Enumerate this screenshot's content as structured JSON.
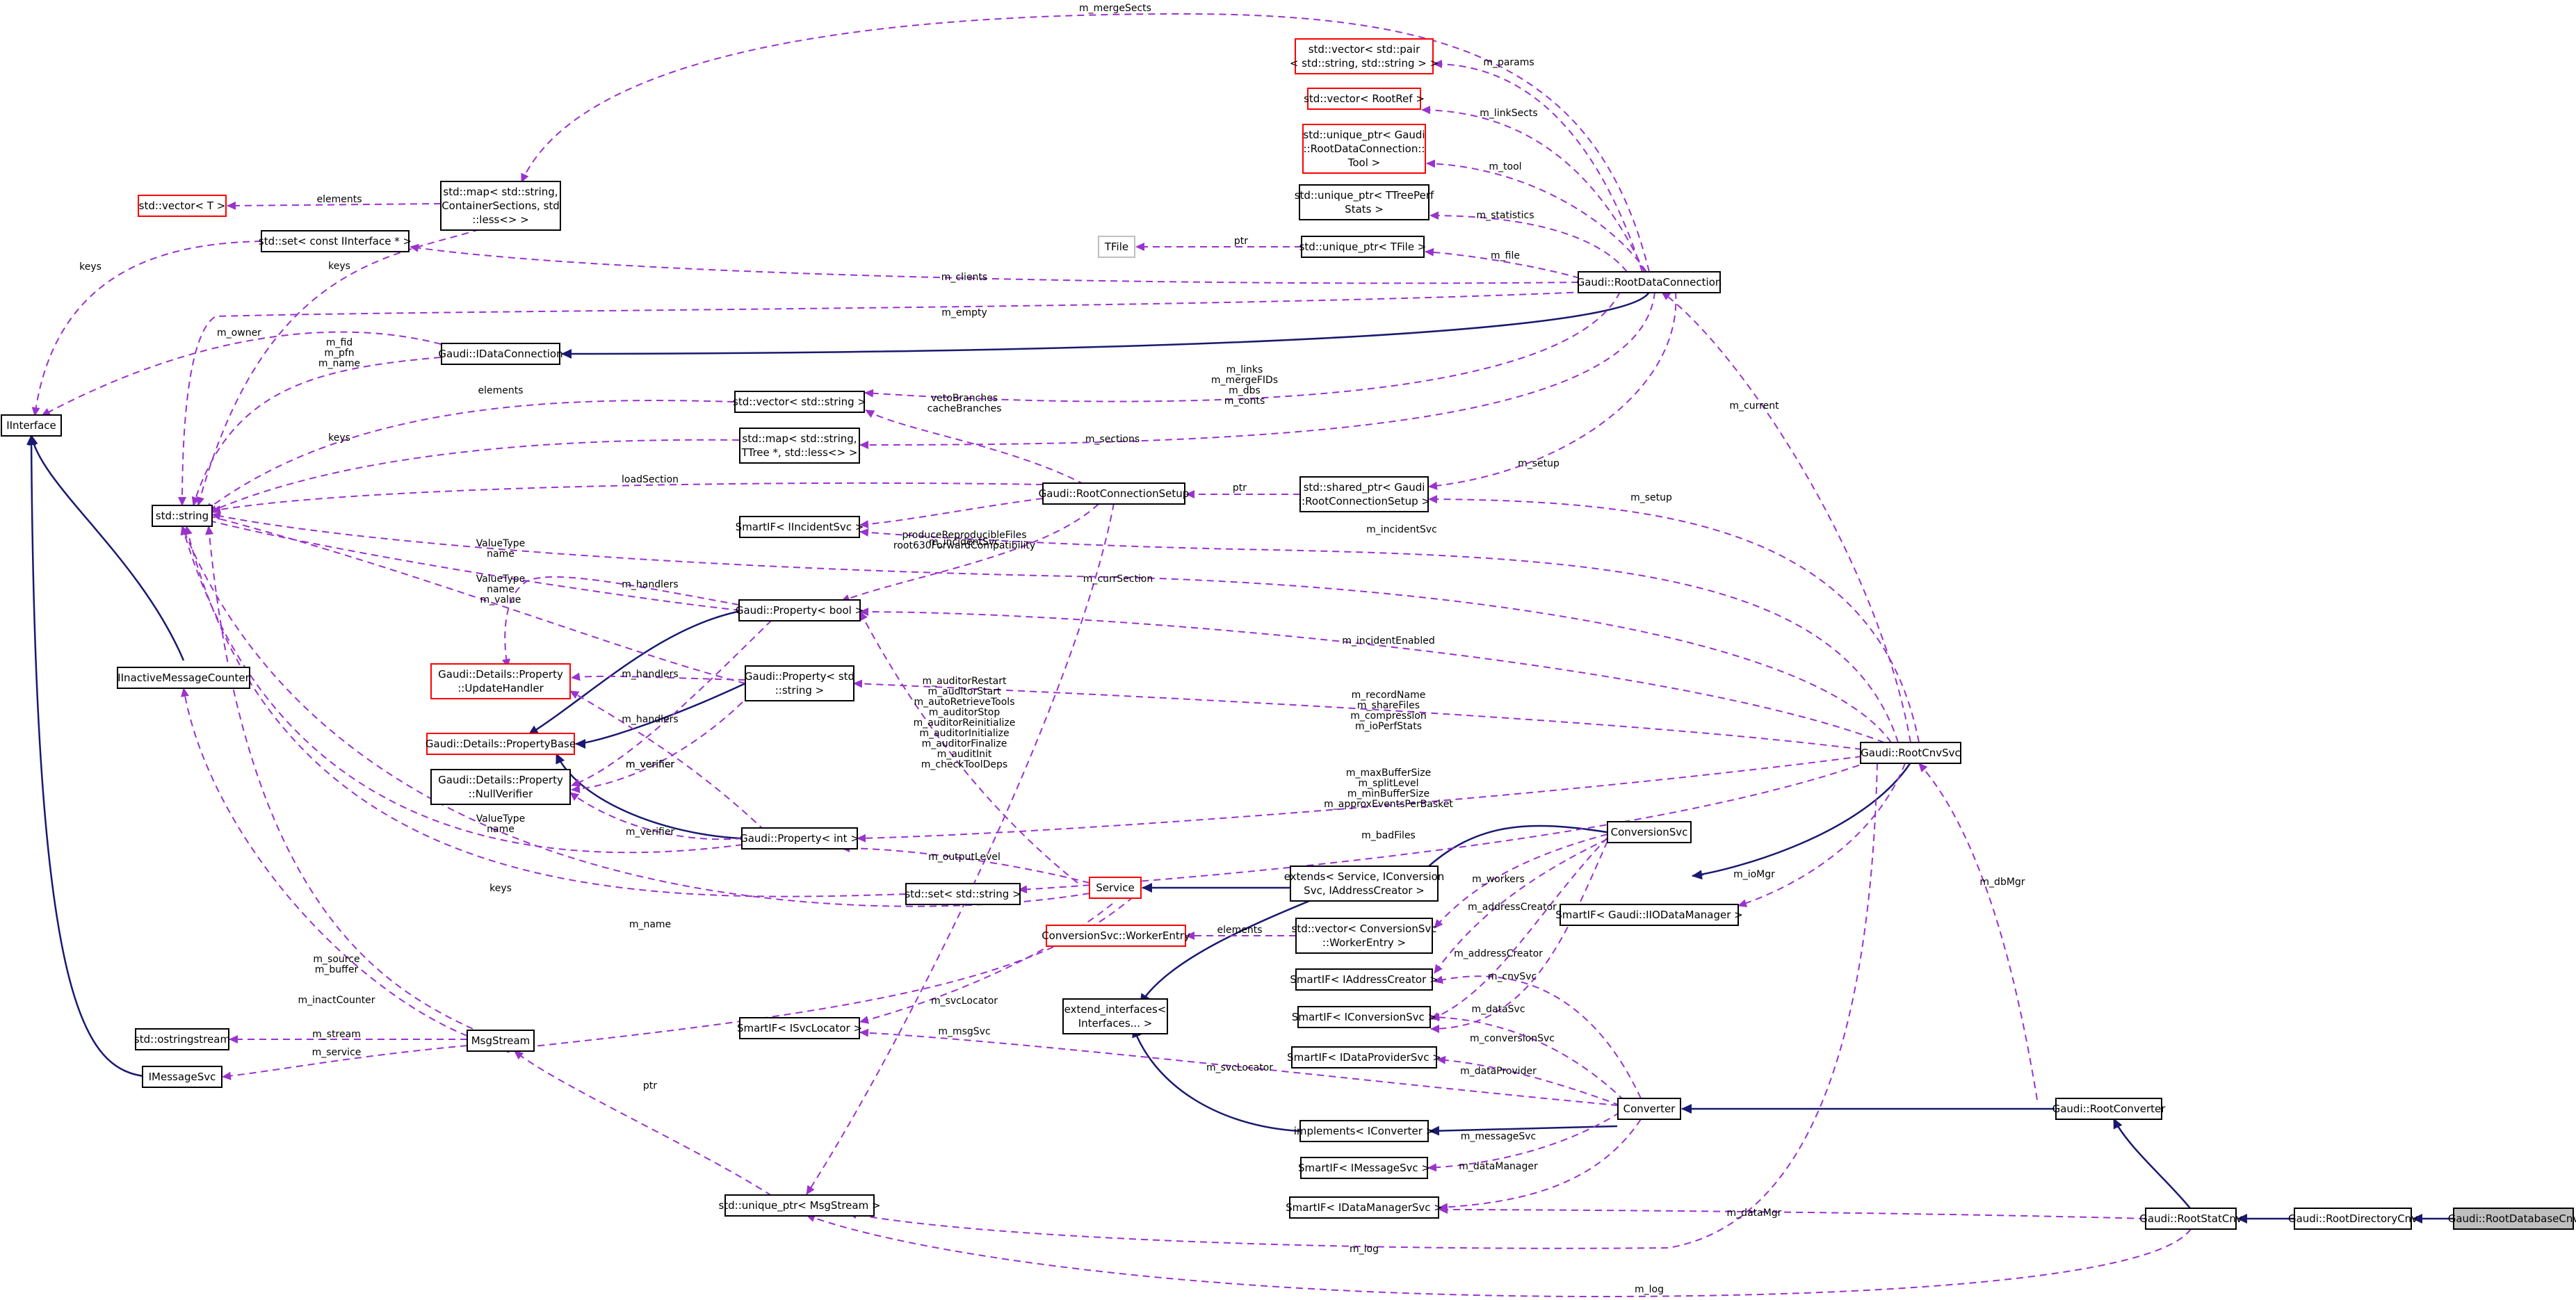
{
  "diagram": {
    "type": "collaboration-graph",
    "focus_node": "Gaudi::RootDatabaseCnv",
    "colors": {
      "usage_edge": "#9a32cd",
      "inheritance_edge": "#191970",
      "documented_node_border": "#000000",
      "undocumented_node_border": "#ff0000",
      "external_node_border": "#bfbfbf",
      "focus_node_fill": "#bfbfbf"
    },
    "nodes": {
      "iinterface": [
        "IInterface"
      ],
      "std_string": [
        "std::string"
      ],
      "iinactive": [
        "IInactiveMessageCounter"
      ],
      "imessagesvc": [
        "IMessageSvc"
      ],
      "ostringstream": [
        "std::ostringstream"
      ],
      "msgstream": [
        "MsgStream"
      ],
      "vector_t": [
        "std::vector< T >"
      ],
      "set_iinterface": [
        "std::set< const IInterface * >"
      ],
      "map_container": [
        "std::map< std::string,",
        "ContainerSections, std",
        "::less<> >"
      ],
      "idataconnection": [
        "Gaudi::IDataConnection"
      ],
      "vector_string": [
        "std::vector< std::string >"
      ],
      "map_ttree": [
        "std::map< std::string,",
        "TTree *, std::less<> >"
      ],
      "smartif_incident": [
        "SmartIF< IIncidentSvc >"
      ],
      "updatehandler": [
        "Gaudi::Details::Property",
        "::UpdateHandler"
      ],
      "propertybase": [
        "Gaudi::Details::PropertyBase"
      ],
      "nullverifier": [
        "Gaudi::Details::Property",
        "::NullVerifier"
      ],
      "prop_bool": [
        "Gaudi::Property< bool >"
      ],
      "prop_string": [
        "Gaudi::Property< std",
        "::string >"
      ],
      "prop_int": [
        "Gaudi::Property< int >"
      ],
      "set_string": [
        "std::set< std::string >"
      ],
      "smartif_svclocator": [
        "SmartIF< ISvcLocator >"
      ],
      "unique_msgstream": [
        "std::unique_ptr< MsgStream >"
      ],
      "rootconnsetup": [
        "Gaudi::RootConnectionSetup"
      ],
      "service": [
        "Service"
      ],
      "workerentry": [
        "ConversionSvc::WorkerEntry"
      ],
      "extend_interfaces": [
        "extend_interfaces<",
        "Interfaces... >"
      ],
      "vec_pair": [
        "std::vector< std::pair",
        "< std::string, std::string > >"
      ],
      "vec_rootref": [
        "std::vector< RootRef >"
      ],
      "unique_tool": [
        "std::unique_ptr< Gaudi",
        "::RootDataConnection::",
        "Tool >"
      ],
      "unique_ttreeperf": [
        "std::unique_ptr< TTreePerf",
        "Stats >"
      ],
      "tfile": [
        "TFile"
      ],
      "unique_tfile": [
        "std::unique_ptr< TFile >"
      ],
      "shared_setup": [
        "std::shared_ptr< Gaudi",
        "::RootConnectionSetup >"
      ],
      "extends": [
        "extends< Service, IConversion",
        "Svc, IAddressCreator >"
      ],
      "vec_workerentry": [
        "std::vector< ConversionSvc",
        "::WorkerEntry >"
      ],
      "smartif_addrcreator": [
        "SmartIF< IAddressCreator >"
      ],
      "smartif_convsvc": [
        "SmartIF< IConversionSvc >"
      ],
      "smartif_dataprovider": [
        "SmartIF< IDataProviderSvc >"
      ],
      "implements": [
        "implements< IConverter >"
      ],
      "smartif_msgsvc": [
        "SmartIF< IMessageSvc >"
      ],
      "smartif_datamgr": [
        "SmartIF< IDataManagerSvc >"
      ],
      "rootdataconn": [
        "Gaudi::RootDataConnection"
      ],
      "conversionsvc": [
        "ConversionSvc"
      ],
      "smartif_iodatamgr": [
        "SmartIF< Gaudi::IIODataManager >"
      ],
      "converter": [
        "Converter"
      ],
      "rootcnvsvc": [
        "Gaudi::RootCnvSvc"
      ],
      "rootconverter": [
        "Gaudi::RootConverter"
      ],
      "rootstatcnv": [
        "Gaudi::RootStatCnv"
      ],
      "rootdircnv": [
        "Gaudi::RootDirectoryCnv"
      ],
      "rootdbcnv": [
        "Gaudi::RootDatabaseCnv"
      ]
    },
    "edge_labels": {
      "m_mergeSects": [
        "m_mergeSects"
      ],
      "m_params": [
        "m_params"
      ],
      "m_linkSects": [
        "m_linkSects"
      ],
      "m_tool": [
        "m_tool"
      ],
      "m_statistics": [
        "m_statistics"
      ],
      "ptr_tfile": [
        "ptr"
      ],
      "m_file": [
        "m_file"
      ],
      "elements_vec": [
        "elements"
      ],
      "keys_iinterface": [
        "keys"
      ],
      "keys_map": [
        "keys"
      ],
      "m_clients": [
        "m_clients"
      ],
      "m_empty": [
        "m_empty"
      ],
      "m_owner": [
        "m_owner"
      ],
      "m_fid": [
        "m_fid",
        "m_pfn",
        "m_name"
      ],
      "elements_str": [
        "elements"
      ],
      "m_links": [
        "m_links",
        "m_mergeFIDs",
        "m_dbs",
        "m_conts"
      ],
      "keys_ttree": [
        "keys"
      ],
      "m_sections": [
        "m_sections"
      ],
      "m_current": [
        "m_current"
      ],
      "loadSection": [
        "loadSection"
      ],
      "m_setup1": [
        "m_setup"
      ],
      "m_setup2": [
        "m_setup"
      ],
      "ptr_setup": [
        "ptr"
      ],
      "vetoBranches": [
        "vetoBranches",
        "cacheBranches"
      ],
      "m_incidentSvc1": [
        "m_incidentSvc"
      ],
      "m_incidentSvc2": [
        "m_incidentSvc"
      ],
      "produce": [
        "produceReproducibleFiles",
        "root630ForwardCompatibility"
      ],
      "m_currSection": [
        "m_currSection"
      ],
      "vt_name1": [
        "ValueType",
        "name"
      ],
      "vt_name_value": [
        "ValueType",
        "name",
        "m_value"
      ],
      "m_handlers1": [
        "m_handlers"
      ],
      "m_handlers2": [
        "m_handlers"
      ],
      "m_handlers3": [
        "m_handlers"
      ],
      "m_incidentEnabled": [
        "m_incidentEnabled"
      ],
      "m_auditor": [
        "m_auditorRestart",
        "m_auditorStart",
        "m_autoRetrieveTools",
        "m_auditorStop",
        "m_auditorReinitialize",
        "m_auditorInitialize",
        "m_auditorFinalize",
        "m_auditInit",
        "m_checkToolDeps"
      ],
      "m_recordName": [
        "m_recordName",
        "m_shareFiles",
        "m_compression",
        "m_ioPerfStats"
      ],
      "m_verifier1": [
        "m_verifier"
      ],
      "m_verifier2": [
        "m_verifier"
      ],
      "m_verifier3": [
        "m_verifier"
      ],
      "m_maxBuffer": [
        "m_maxBufferSize",
        "m_splitLevel",
        "m_minBufferSize",
        "m_approxEventsPerBasket"
      ],
      "vt_name2": [
        "ValueType",
        "name"
      ],
      "m_badFiles": [
        "m_badFiles"
      ],
      "m_outputLevel": [
        "m_outputLevel"
      ],
      "keys_set": [
        "keys"
      ],
      "m_name": [
        "m_name"
      ],
      "m_workers": [
        "m_workers"
      ],
      "m_addressCreator1": [
        "m_addressCreator"
      ],
      "m_ioMgr": [
        "m_ioMgr"
      ],
      "m_dbMgr": [
        "m_dbMgr"
      ],
      "elements_worker": [
        "elements"
      ],
      "m_addressCreator2": [
        "m_addressCreator"
      ],
      "m_source": [
        "m_source",
        "m_buffer"
      ],
      "m_inactCounter": [
        "m_inactCounter"
      ],
      "m_stream": [
        "m_stream"
      ],
      "m_service": [
        "m_service"
      ],
      "m_svcLocator1": [
        "m_svcLocator"
      ],
      "m_svcLocator2": [
        "m_svcLocator"
      ],
      "m_msgSvc": [
        "m_msgSvc"
      ],
      "m_cnvSvc": [
        "m_cnvSvc"
      ],
      "m_dataSvc": [
        "m_dataSvc"
      ],
      "m_conversionSvc": [
        "m_conversionSvc"
      ],
      "m_dataProvider": [
        "m_dataProvider"
      ],
      "ptr_msg": [
        "ptr"
      ],
      "m_messageSvc": [
        "m_messageSvc"
      ],
      "m_dataManager": [
        "m_dataManager"
      ],
      "m_dataMgr": [
        "m_dataMgr"
      ],
      "m_log1": [
        "m_log"
      ],
      "m_log2": [
        "m_log"
      ]
    }
  }
}
